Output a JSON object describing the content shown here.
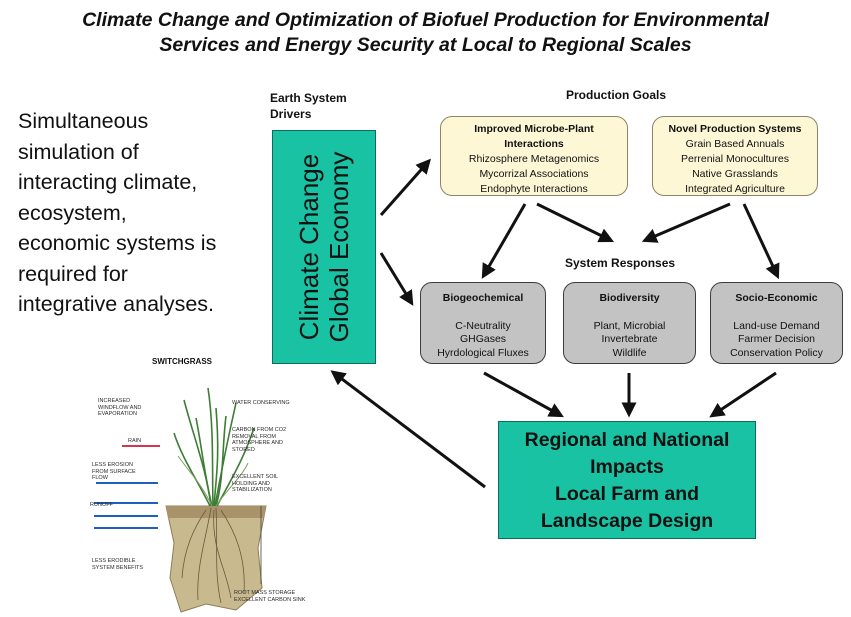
{
  "title": {
    "line1": "Climate Change and Optimization of Biofuel Production for Environmental",
    "line2": "Services and Energy Security at Local to Regional Scales"
  },
  "left_text": [
    "Simultaneous",
    "simulation of",
    "interacting  climate,",
    "ecosystem,",
    "economic systems is",
    "required for",
    "integrative analyses."
  ],
  "drivers": {
    "label_line1": "Earth System",
    "label_line2": "Drivers",
    "line1": "Climate Change",
    "line2": "Global Economy"
  },
  "production_goals": {
    "label": "Production Goals",
    "boxes": [
      {
        "title_line1": "Improved Microbe-Plant",
        "title_line2": "Interactions",
        "items": [
          "Rhizosphere Metagenomics",
          "Mycorrizal Associations",
          "Endophyte Interactions"
        ]
      },
      {
        "title_line1": "Novel Production Systems",
        "items": [
          "Grain Based Annuals",
          "Perrenial Monocultures",
          "Native Grasslands",
          "Integrated Agriculture"
        ]
      }
    ]
  },
  "system_responses": {
    "label": "System Responses",
    "boxes": [
      {
        "title": "Biogeochemical",
        "items": [
          "C-Neutrality",
          "GHGases",
          "Hyrdological Fluxes"
        ]
      },
      {
        "title": "Biodiversity",
        "items": [
          "Plant, Microbial",
          "Invertebrate",
          "Wildlife"
        ]
      },
      {
        "title": "Socio-Economic",
        "items": [
          "Land-use Demand",
          "Farmer Decision",
          "Conservation Policy"
        ]
      }
    ]
  },
  "impacts": {
    "line1": "Regional and National",
    "line2": "Impacts",
    "line3": "Local Farm and",
    "line4": "Landscape Design"
  },
  "switchgrass": {
    "label": "SWITCHGRASS",
    "left_notes": [
      "INCREASED WINDFLOW AND EVAPORATION",
      "RAIN",
      "LESS EROSION FROM SURFACE FLOW",
      "RUNOFF",
      "LESS ERODIBLE SYSTEM BENEFITS"
    ],
    "right_notes": [
      "WATER CONSERVING",
      "CARBON FROM CO2 REMOVAL FROM ATMOSPHERE AND STORED",
      "EXCELLENT SOIL HOLDING AND STABILIZATION",
      "ROOT MASS STORAGE EXCELLENT CARBON SINK"
    ]
  },
  "colors": {
    "teal": "#19c2a3",
    "cream": "#fdf7d6",
    "gray": "#c3c3c3"
  }
}
